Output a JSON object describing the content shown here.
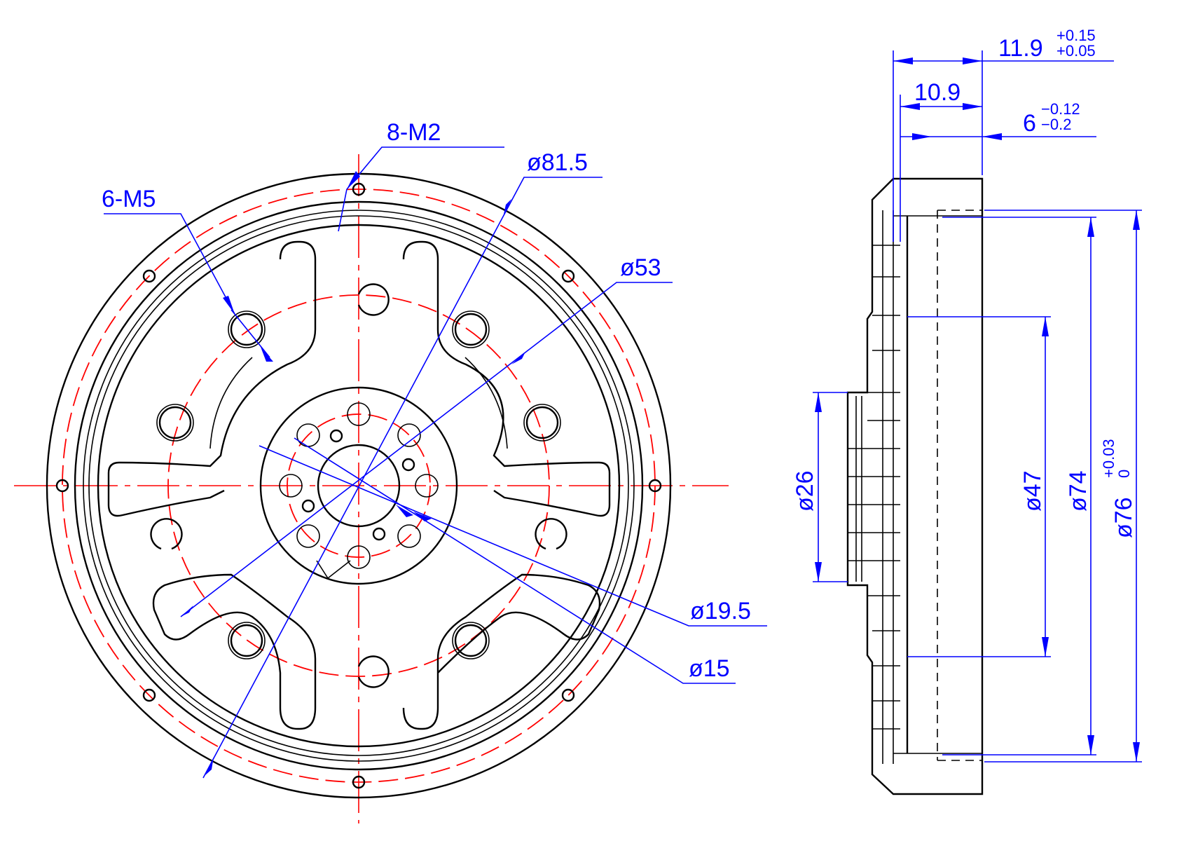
{
  "front_view": {
    "callouts": {
      "tapped_small": "8-M2",
      "tapped_large": "6-M5",
      "dia_outer": "ø81.5",
      "dia_mid": "ø53",
      "dia_hub_a": "ø19.5",
      "dia_hub_b": "ø15"
    }
  },
  "side_view": {
    "dims": {
      "total_thickness": "11.9",
      "total_tol_upper": "+0.15",
      "total_tol_lower": "+0.05",
      "step_depth": "10.9",
      "flange_thickness": "6",
      "flange_tol_upper": "−0.12",
      "flange_tol_lower": "−0.2",
      "dia_boss": "ø26",
      "dia_47": "ø47",
      "dia_74": "ø74",
      "dia_76": "ø76",
      "dia_76_tol_upper": "+0.03",
      "dia_76_tol_lower": "0"
    }
  },
  "colors": {
    "outline": "#000000",
    "centerline": "#ff0000",
    "dimension": "#0000ff"
  }
}
